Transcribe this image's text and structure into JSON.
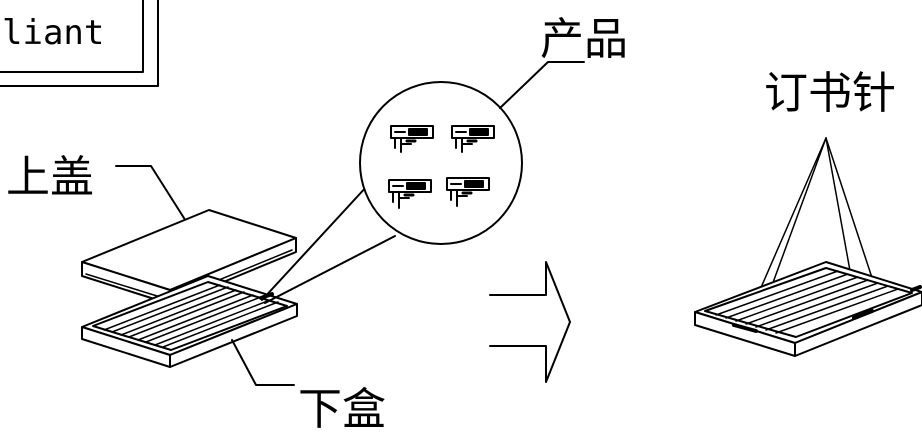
{
  "badge": {
    "text": "liant"
  },
  "labels": {
    "top_lid": "上盖",
    "bottom_box": "下盒",
    "product": "产品",
    "staple": "订书针"
  },
  "colors": {
    "stroke": "#000000",
    "background": "#ffffff"
  }
}
